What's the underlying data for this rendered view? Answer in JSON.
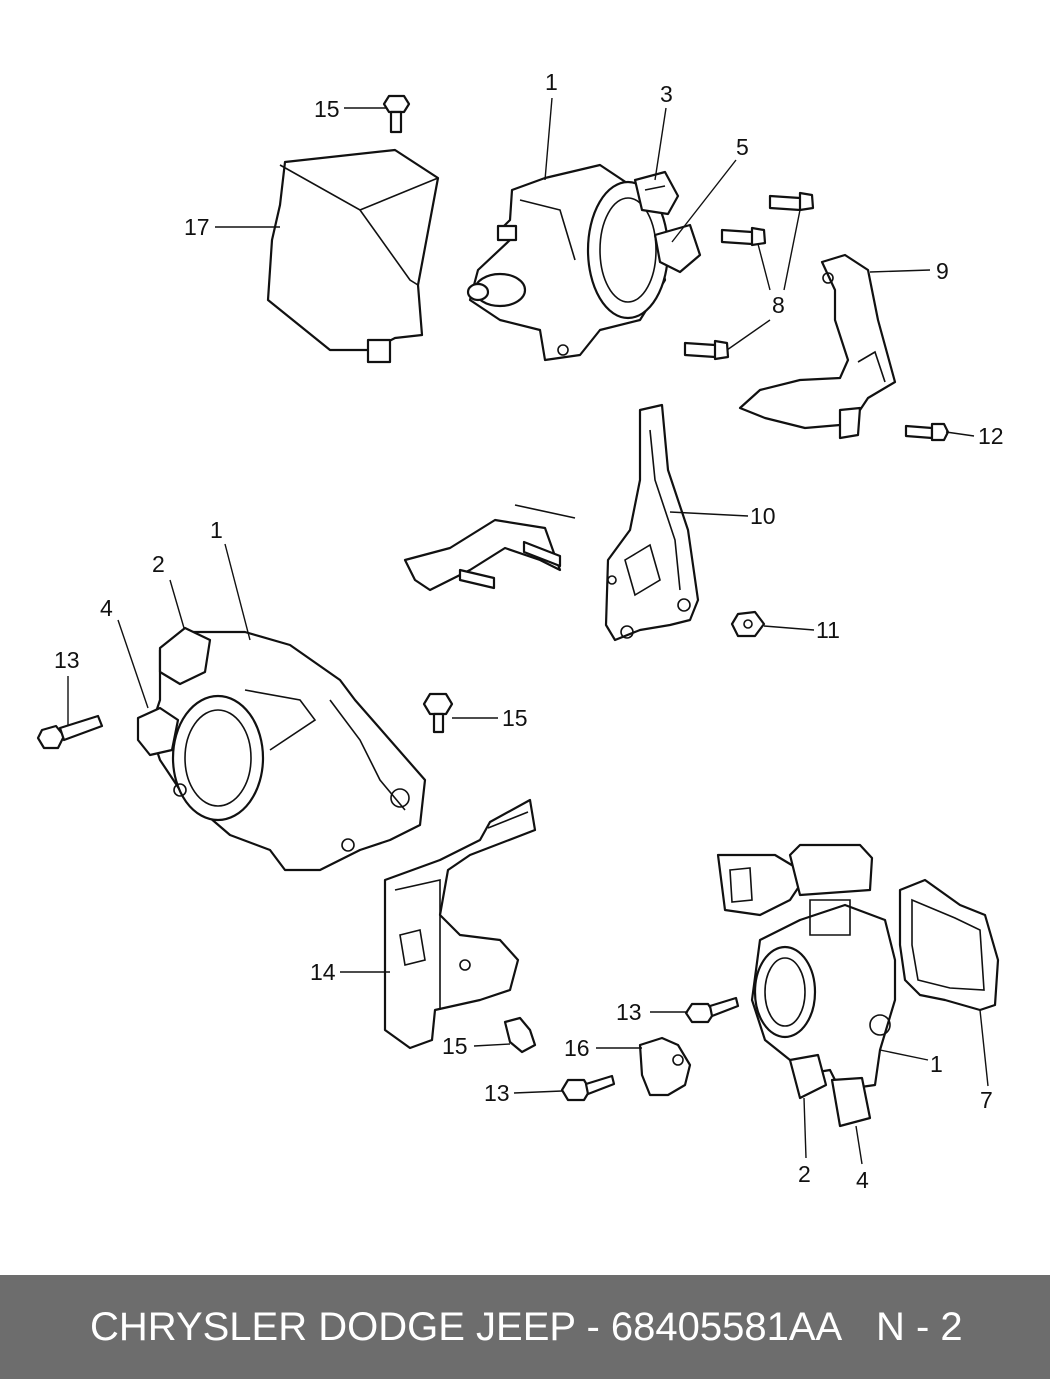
{
  "callouts": {
    "c15a": "15",
    "c17": "17",
    "c1a": "1",
    "c3": "3",
    "c5": "5",
    "c8": "8",
    "c9": "9",
    "c12": "12",
    "c10": "10",
    "c11": "11",
    "c2a": "2",
    "c1b": "1",
    "c4a": "4",
    "c13a": "13",
    "c15b": "15",
    "c14": "14",
    "c15c": "15",
    "c16": "16",
    "c13b": "13",
    "c13c": "13",
    "c1c": "1",
    "c7": "7",
    "c2b": "2",
    "c4b": "4"
  },
  "footer": {
    "title": "CHRYSLER DODGE JEEP - 68405581AA",
    "page": "N - 2"
  },
  "colors": {
    "footer_bg": "#6d6d6d",
    "footer_text": "#ffffff",
    "line": "#111111"
  }
}
